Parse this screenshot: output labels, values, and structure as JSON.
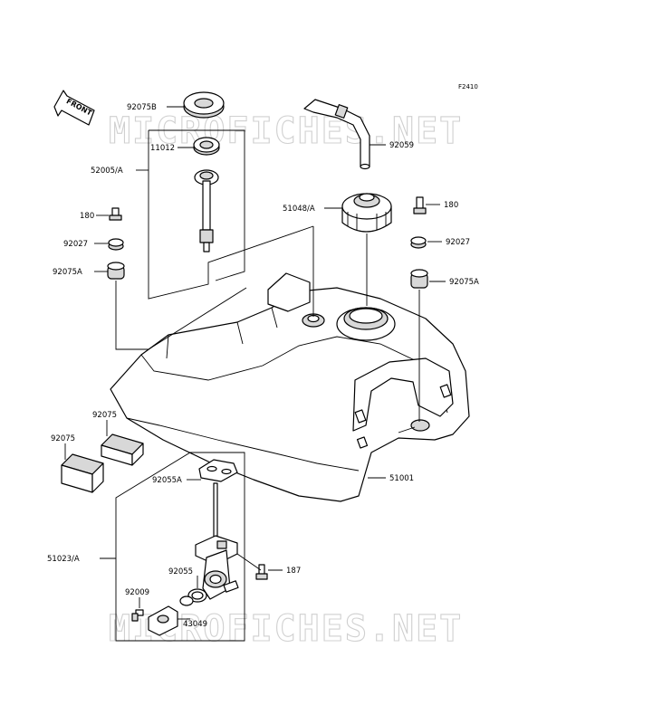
{
  "diagram_code": "F2410",
  "front_label": "FRONT",
  "watermark": "MICROFICHES.NET",
  "callouts": {
    "c92075B": "92075B",
    "c11012": "11012",
    "c52005A": "52005/A",
    "c180_left": "180",
    "c92027_left": "92027",
    "c92075A_left": "92075A",
    "c92059": "92059",
    "c51048A": "51048/A",
    "c180_right": "180",
    "c92027_right": "92027",
    "c92075A_right": "92075A",
    "c92075_a": "92075",
    "c92075_b": "92075",
    "c92055A": "92055A",
    "c51001": "51001",
    "c51023A": "51023/A",
    "c92055": "92055",
    "c187": "187",
    "c92009": "92009",
    "c43049": "43049"
  }
}
